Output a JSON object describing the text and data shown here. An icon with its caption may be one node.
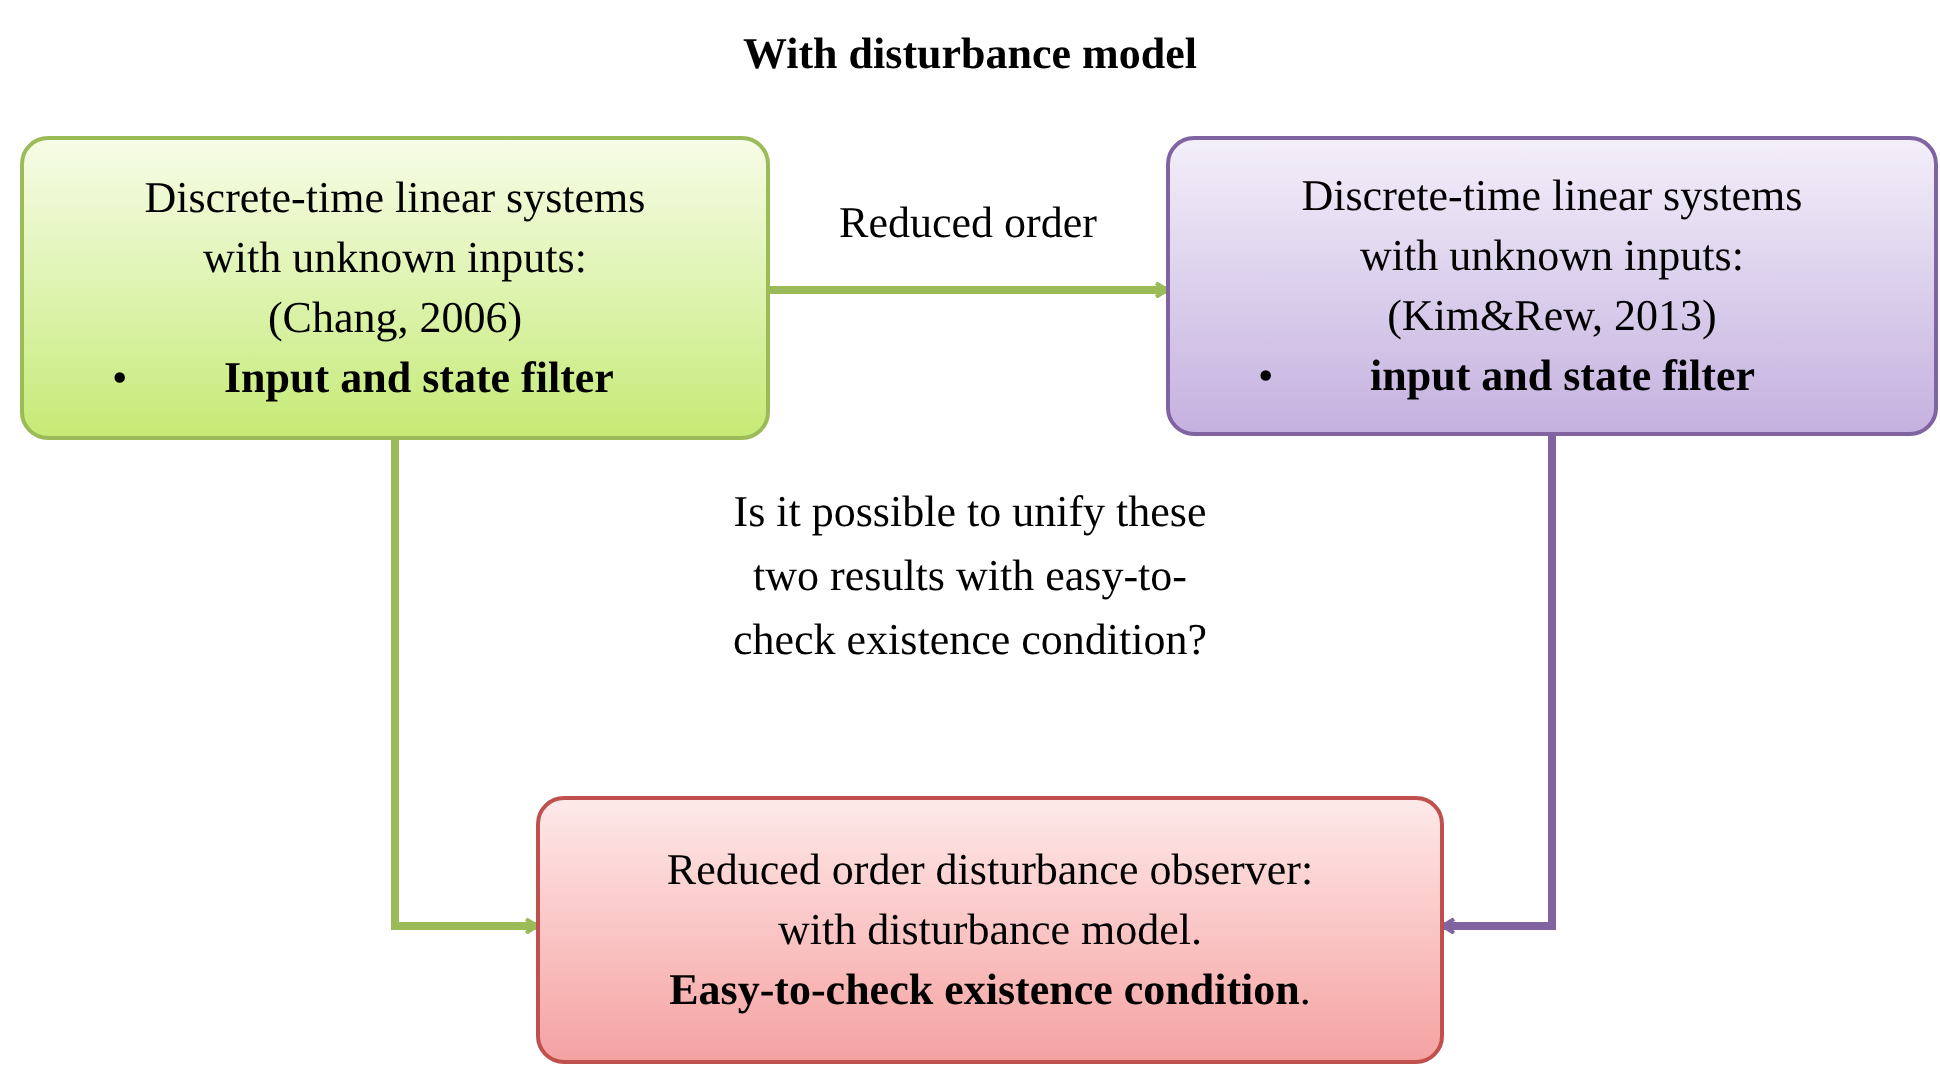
{
  "diagram": {
    "title": "With disturbance model",
    "nodes": [
      {
        "text": [
          "Discrete-time linear systems",
          "with unknown inputs:",
          "(Chang, 2006)",
          "•",
          "Input and state filter"
        ]
      },
      {
        "text": [
          "Discrete-time linear systems",
          "with unknown inputs:",
          "(Kim&Rew, 2013)",
          "•",
          "input and state filter"
        ]
      },
      {
        "text": [
          "Reduced order disturbance observer:",
          "with disturbance model.",
          "**Easy-to-check existence condition**."
        ]
      }
    ],
    "edges": [
      {
        "from": 0,
        "to": 1,
        "arrow": "to",
        "label": "Reduced order",
        "color": "#9bbb59"
      },
      {
        "from": 0,
        "to": 2,
        "arrow": "to",
        "color": "#9bbb59"
      },
      {
        "from": 1,
        "to": 2,
        "arrow": "to",
        "color": "#8064a2"
      }
    ],
    "labels": [
      "Is it possible to unify these two results with easy-to-check existence condition?"
    ]
  }
}
